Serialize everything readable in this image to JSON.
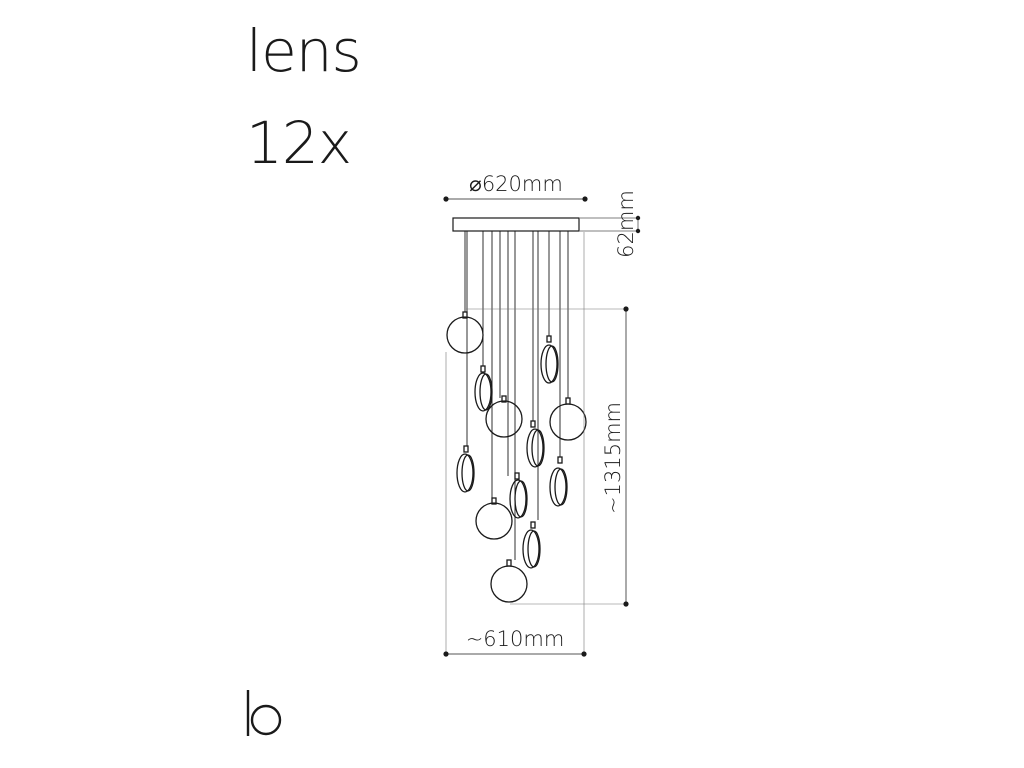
{
  "product": {
    "name": "lens",
    "variant": "12x"
  },
  "dimensions": {
    "canopy_diameter": "⌀620mm",
    "canopy_height": "62mm",
    "drop_height": "~1315mm",
    "cluster_width": "~610mm"
  },
  "logo": {
    "icon": "b-logo-icon"
  },
  "colors": {
    "line": "#1a1a1a",
    "dimension_line": "#555555",
    "background": "#ffffff"
  }
}
